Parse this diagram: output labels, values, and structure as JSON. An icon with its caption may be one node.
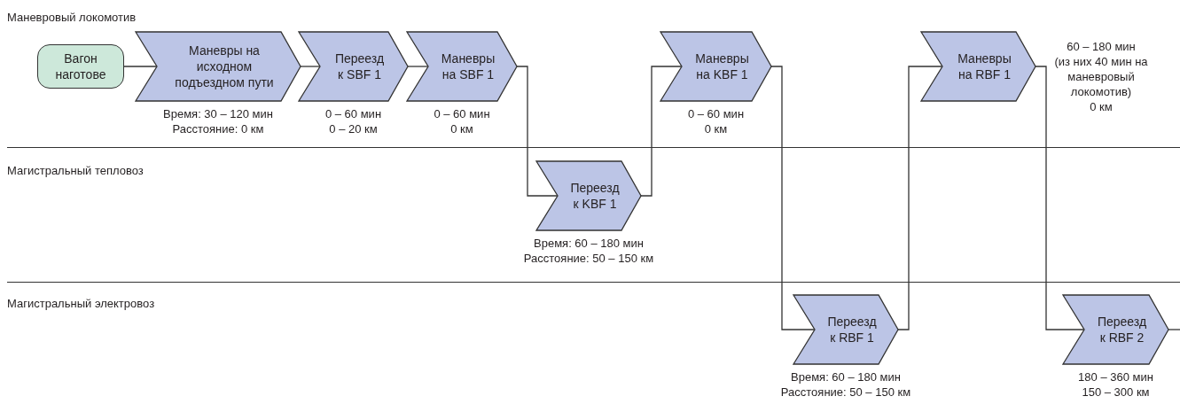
{
  "diagram": {
    "nodes": [
      {
        "text": [
          "Вагон наготове"
        ]
      },
      {
        "text": [
          "Маневры на исходном подъездном пути"
        ],
        "beside": [
          "Время: 30 – 120 мин",
          "Расстояние: 0 км"
        ]
      },
      {
        "text": [
          "Переезд к SBF 1"
        ],
        "beside": [
          "0 – 60 мин",
          "0 – 20 км"
        ]
      },
      {
        "text": [
          "Маневры на SBF 1"
        ],
        "beside": [
          "0 – 60 мин",
          "0 км"
        ]
      },
      {
        "text": [
          "Переезд к KBF 1"
        ],
        "beside": [
          "Время: 60 – 180 мин",
          "Расстояние: 50 – 150 км"
        ]
      },
      {
        "text": [
          "Маневры на KBF 1"
        ],
        "beside": [
          "0 – 60 мин",
          "0 км"
        ]
      },
      {
        "text": [
          "Переезд к RBF 1"
        ],
        "beside": [
          "Время: 60 – 180 мин",
          "Расстояние: 50 – 150 км"
        ]
      },
      {
        "text": [
          "Маневры на RBF 1"
        ],
        "beside": [
          "60 – 180 мин",
          "(из них 40 мин на маневровый локомотив)",
          "0 км"
        ]
      },
      {
        "text": [
          "Переезд к RBF 2"
        ],
        "beside": [
          "180 – 360 мин",
          "150 – 300 км"
        ]
      }
    ],
    "edges": [
      {
        "from": 0,
        "to": 1,
        "arrow": "none"
      },
      {
        "from": 1,
        "to": 2,
        "arrow": "none"
      },
      {
        "from": 2,
        "to": 3,
        "arrow": "none"
      },
      {
        "from": 3,
        "to": 4,
        "arrow": "none"
      },
      {
        "from": 4,
        "to": 5,
        "arrow": "none"
      },
      {
        "from": 5,
        "to": 6,
        "arrow": "none"
      },
      {
        "from": 6,
        "to": 7,
        "arrow": "none"
      },
      {
        "from": 7,
        "to": 8,
        "arrow": "none"
      },
      {
        "from": 8,
        "to": null,
        "arrow": "none"
      }
    ],
    "labels": [
      "Маневровый локомотив",
      "Магистральный тепловоз",
      "Магистральный электровоз"
    ]
  }
}
